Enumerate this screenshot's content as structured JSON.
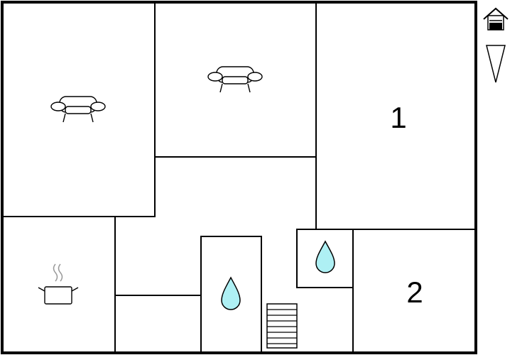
{
  "floorplan": {
    "rooms": [
      {
        "id": "living-1",
        "type": "living-room",
        "icon": "sofa-icon",
        "label": ""
      },
      {
        "id": "living-2",
        "type": "living-room",
        "icon": "sofa-icon",
        "label": ""
      },
      {
        "id": "bedroom-1",
        "type": "bedroom",
        "label": "1"
      },
      {
        "id": "bedroom-2",
        "type": "bedroom",
        "label": "2"
      },
      {
        "id": "kitchen",
        "type": "kitchen",
        "icon": "cooking-pot-icon",
        "label": ""
      },
      {
        "id": "bathroom-1",
        "type": "bathroom",
        "icon": "water-drop-icon",
        "label": ""
      },
      {
        "id": "bathroom-2",
        "type": "bathroom",
        "icon": "water-drop-icon",
        "label": ""
      },
      {
        "id": "stairs",
        "type": "stairs",
        "icon": "stairs-icon",
        "label": ""
      }
    ],
    "legend": {
      "home_icon": "house-icon",
      "north_icon": "north-arrow-icon"
    },
    "colors": {
      "water": "#aef0f4",
      "walls": "#000000",
      "background": "#ffffff"
    }
  }
}
